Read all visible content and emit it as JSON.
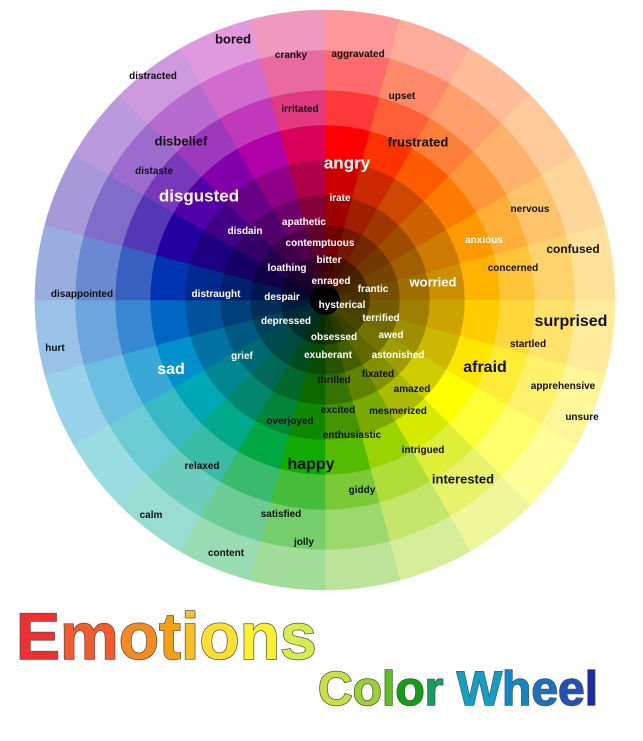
{
  "title": {
    "line1": "Emotions",
    "line2": "Color Wheel",
    "line1_colors": [
      "#f03030",
      "#f55a2a",
      "#f58a20",
      "#f5a010",
      "#fcc020",
      "#ffe030",
      "#fff030",
      "#d8ec50"
    ],
    "line2_colors": [
      "#c8e040",
      "#9cd030",
      "#5cc020",
      "#10a010",
      "#10a060",
      "#000000",
      "#10a0c8",
      "#1088c8",
      "#2070c0",
      "#2050b8",
      "#1a2aa8"
    ]
  },
  "wheel": {
    "sector_colors": [
      "#ff0000",
      "#ff3300",
      "#ff5a00",
      "#ff7a00",
      "#ff9900",
      "#ffb300",
      "#ffcc00",
      "#ffe600",
      "#ffff00",
      "#d4ea00",
      "#99d400",
      "#55bb00",
      "#11aa00",
      "#00a844",
      "#00a98a",
      "#00a7b4",
      "#0090cc",
      "#0066c4",
      "#0033b0",
      "#2200a0",
      "#5200a8",
      "#8200aa",
      "#b000a8",
      "#d8005a"
    ],
    "center_color": "#000000"
  },
  "labels": [
    {
      "text": "bored",
      "size": 13,
      "dark": true
    },
    {
      "text": "cranky",
      "size": 10,
      "dark": true
    },
    {
      "text": "aggravated",
      "size": 10,
      "dark": true
    },
    {
      "text": "distracted",
      "size": 10,
      "dark": true
    },
    {
      "text": "upset",
      "size": 10,
      "dark": true
    },
    {
      "text": "irritated",
      "size": 10,
      "dark": true
    },
    {
      "text": "disbelief",
      "size": 13,
      "dark": true
    },
    {
      "text": "frustrated",
      "size": 13,
      "dark": true
    },
    {
      "text": "angry",
      "size": 17,
      "dark": false
    },
    {
      "text": "distaste",
      "size": 10,
      "dark": true
    },
    {
      "text": "disgusted",
      "size": 17,
      "dark": false
    },
    {
      "text": "irate",
      "size": 10,
      "dark": false
    },
    {
      "text": "nervous",
      "size": 10,
      "dark": true
    },
    {
      "text": "apathetic",
      "size": 10,
      "dark": false
    },
    {
      "text": "disdain",
      "size": 10,
      "dark": false
    },
    {
      "text": "anxious",
      "size": 10,
      "dark": false
    },
    {
      "text": "contemptuous",
      "size": 10,
      "dark": false
    },
    {
      "text": "confused",
      "size": 12,
      "dark": true
    },
    {
      "text": "bitter",
      "size": 10,
      "dark": false
    },
    {
      "text": "loathing",
      "size": 10,
      "dark": false
    },
    {
      "text": "concerned",
      "size": 10,
      "dark": true
    },
    {
      "text": "enraged",
      "size": 10,
      "dark": false
    },
    {
      "text": "worried",
      "size": 13,
      "dark": false
    },
    {
      "text": "disappointed",
      "size": 10,
      "dark": true
    },
    {
      "text": "distraught",
      "size": 10,
      "dark": false
    },
    {
      "text": "despair",
      "size": 10,
      "dark": false
    },
    {
      "text": "frantic",
      "size": 10,
      "dark": false
    },
    {
      "text": "hysterical",
      "size": 10,
      "dark": false
    },
    {
      "text": "surprised",
      "size": 16,
      "dark": true
    },
    {
      "text": "terrified",
      "size": 10,
      "dark": false
    },
    {
      "text": "depressed",
      "size": 10,
      "dark": false
    },
    {
      "text": "awed",
      "size": 10,
      "dark": false
    },
    {
      "text": "obsessed",
      "size": 10,
      "dark": false
    },
    {
      "text": "startled",
      "size": 10,
      "dark": true
    },
    {
      "text": "hurt",
      "size": 10,
      "dark": true
    },
    {
      "text": "grief",
      "size": 10,
      "dark": false
    },
    {
      "text": "sad",
      "size": 16,
      "dark": false
    },
    {
      "text": "exuberant",
      "size": 10,
      "dark": false
    },
    {
      "text": "astonished",
      "size": 10,
      "dark": false
    },
    {
      "text": "afraid",
      "size": 16,
      "dark": true
    },
    {
      "text": "fixated",
      "size": 10,
      "dark": true
    },
    {
      "text": "thrilled",
      "size": 10,
      "dark": true
    },
    {
      "text": "amazed",
      "size": 10,
      "dark": true
    },
    {
      "text": "apprehensive",
      "size": 10,
      "dark": true
    },
    {
      "text": "excited",
      "size": 10,
      "dark": true
    },
    {
      "text": "mesmerized",
      "size": 10,
      "dark": true
    },
    {
      "text": "unsure",
      "size": 10,
      "dark": true
    },
    {
      "text": "overjoyed",
      "size": 10,
      "dark": true
    },
    {
      "text": "enthusiastic",
      "size": 10,
      "dark": true
    },
    {
      "text": "intrigued",
      "size": 10,
      "dark": true
    },
    {
      "text": "relaxed",
      "size": 10,
      "dark": true
    },
    {
      "text": "happy",
      "size": 16,
      "dark": true
    },
    {
      "text": "interested",
      "size": 13,
      "dark": true
    },
    {
      "text": "giddy",
      "size": 10,
      "dark": true
    },
    {
      "text": "calm",
      "size": 10,
      "dark": true
    },
    {
      "text": "satisfied",
      "size": 10,
      "dark": true
    },
    {
      "text": "jolly",
      "size": 10,
      "dark": true
    },
    {
      "text": "content",
      "size": 10,
      "dark": true
    }
  ]
}
